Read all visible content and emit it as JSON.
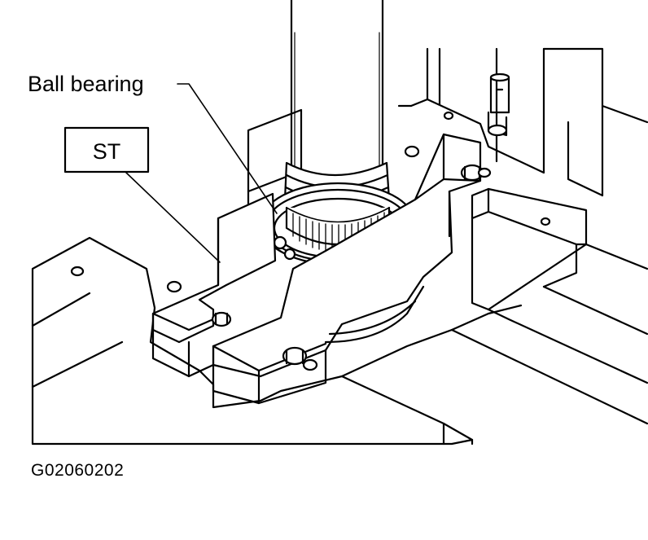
{
  "labels": {
    "ball_bearing": "Ball bearing",
    "special_tool": "ST"
  },
  "figure_code": "G02060202",
  "colors": {
    "ink": "#000000",
    "paper": "#ffffff"
  }
}
